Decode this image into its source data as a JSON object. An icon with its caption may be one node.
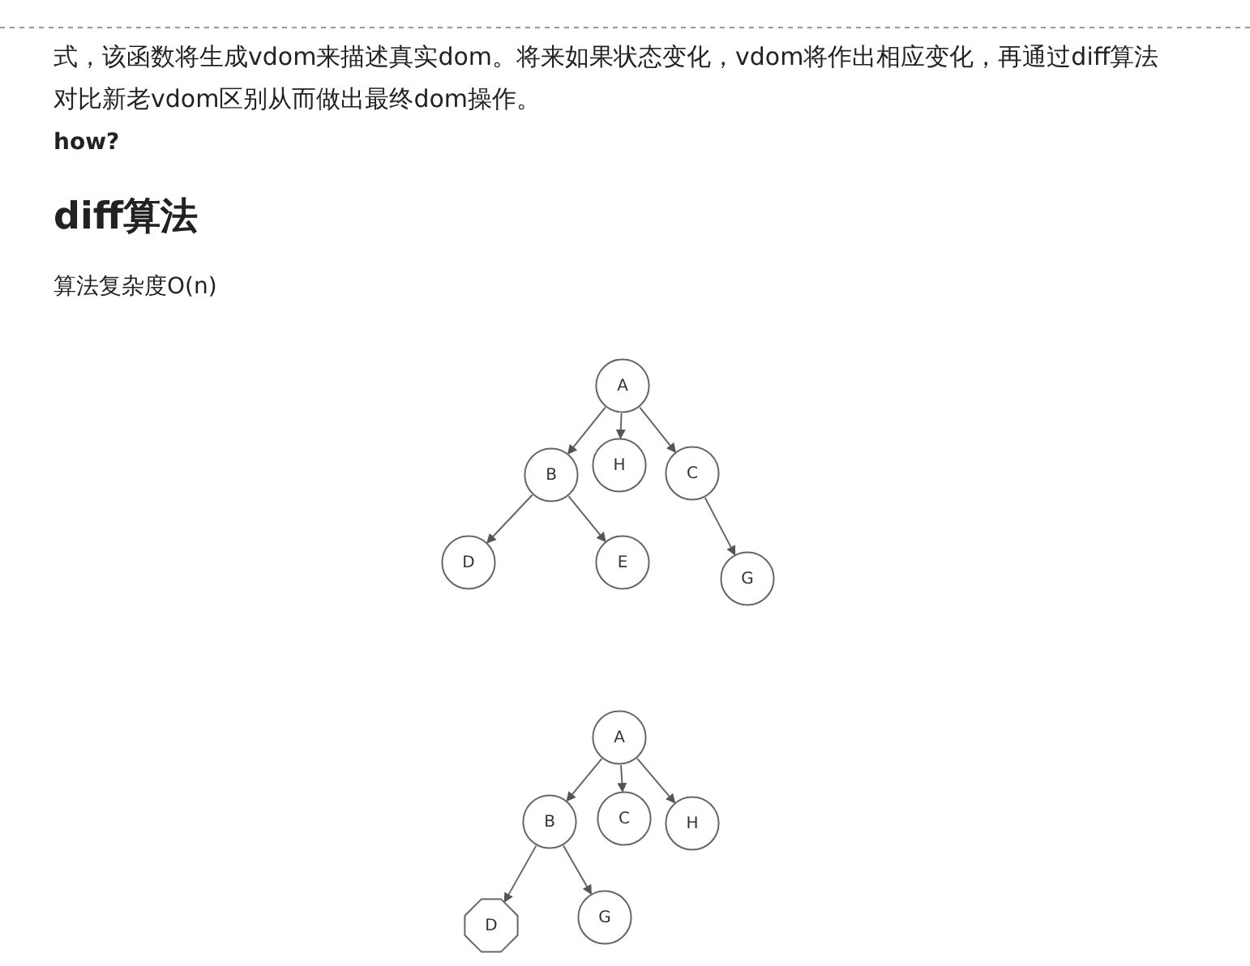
{
  "diagram": {
    "nodes": [
      {
        "text": [
          "A"
        ]
      },
      {
        "text": [
          "B"
        ]
      },
      {
        "text": [
          "H"
        ]
      },
      {
        "text": [
          "C"
        ]
      },
      {
        "text": [
          "D"
        ]
      },
      {
        "text": [
          "E"
        ]
      },
      {
        "text": [
          "G"
        ]
      },
      {
        "text": [
          "A"
        ]
      },
      {
        "text": [
          "B"
        ]
      },
      {
        "text": [
          "C"
        ]
      },
      {
        "text": [
          "H"
        ]
      },
      {
        "text": [
          "D"
        ]
      },
      {
        "text": [
          "G"
        ]
      }
    ],
    "edges": [
      {
        "from": 0,
        "to": 1,
        "arrow": "to"
      },
      {
        "from": 0,
        "to": 2,
        "arrow": "to"
      },
      {
        "from": 0,
        "to": 3,
        "arrow": "to"
      },
      {
        "from": 1,
        "to": 4,
        "arrow": "to"
      },
      {
        "from": 1,
        "to": 5,
        "arrow": "to"
      },
      {
        "from": 3,
        "to": 6,
        "arrow": "to"
      },
      {
        "from": 7,
        "to": 8,
        "arrow": "to"
      },
      {
        "from": 7,
        "to": 9,
        "arrow": "to"
      },
      {
        "from": 7,
        "to": 10,
        "arrow": "to"
      },
      {
        "from": 8,
        "to": 11,
        "arrow": "to"
      },
      {
        "from": 8,
        "to": 12,
        "arrow": "to"
      }
    ],
    "labels": [
      "式，该函数将生成vdom来描述真实dom。将来如果状态变化，vdom将作出相应变化，再通过diff算法对比新老vdom区别从而做出最终dom操作。",
      "how?",
      "diff算法",
      "算法复杂度O(n)"
    ]
  }
}
